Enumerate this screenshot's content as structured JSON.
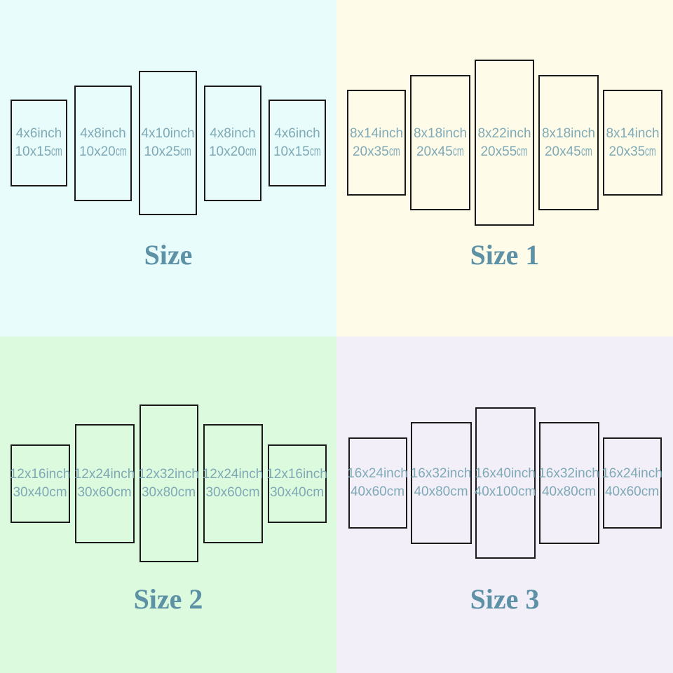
{
  "colors": {
    "panel_border": "#1a1a1a",
    "label_text": "#7fa9b6",
    "title_text": "#5d91a5"
  },
  "quadrants": [
    {
      "title": "Size",
      "bg": "#e7fcfb",
      "panels": [
        {
          "inch": "4x6inch",
          "cm": "10x15",
          "unit": "cm"
        },
        {
          "inch": "4x8inch",
          "cm": "10x20",
          "unit": "cm"
        },
        {
          "inch": "4x10inch",
          "cm": "10x25",
          "unit": "cm"
        },
        {
          "inch": "4x8inch",
          "cm": "10x20",
          "unit": "cm"
        },
        {
          "inch": "4x6inch",
          "cm": "10x15",
          "unit": "cm"
        }
      ]
    },
    {
      "title": "Size 1",
      "bg": "#fefce8",
      "panels": [
        {
          "inch": "8x14inch",
          "cm": "20x35",
          "unit": "cm"
        },
        {
          "inch": "8x18inch",
          "cm": "20x45",
          "unit": "cm"
        },
        {
          "inch": "8x22inch",
          "cm": "20x55",
          "unit": "cm"
        },
        {
          "inch": "8x18inch",
          "cm": "20x45",
          "unit": "cm"
        },
        {
          "inch": "8x14inch",
          "cm": "20x35",
          "unit": "cm"
        }
      ]
    },
    {
      "title": "Size 2",
      "bg": "#dcfadd",
      "panels": [
        {
          "inch": "12x16inch",
          "cm": "30x40",
          "unit": "cm"
        },
        {
          "inch": "12x24inch",
          "cm": "30x60",
          "unit": "cm"
        },
        {
          "inch": "12x32inch",
          "cm": "30x80",
          "unit": "cm"
        },
        {
          "inch": "12x24inch",
          "cm": "30x60",
          "unit": "cm"
        },
        {
          "inch": "12x16inch",
          "cm": "30x40",
          "unit": "cm"
        }
      ]
    },
    {
      "title": "Size 3",
      "bg": "#f2eff9",
      "panels": [
        {
          "inch": "16x24inch",
          "cm": "40x60",
          "unit": "cm"
        },
        {
          "inch": "16x32inch",
          "cm": "40x80",
          "unit": "cm"
        },
        {
          "inch": "16x40inch",
          "cm": "40x100",
          "unit": "cm"
        },
        {
          "inch": "16x32inch",
          "cm": "40x80",
          "unit": "cm"
        },
        {
          "inch": "16x24inch",
          "cm": "40x60",
          "unit": "cm"
        }
      ]
    }
  ]
}
